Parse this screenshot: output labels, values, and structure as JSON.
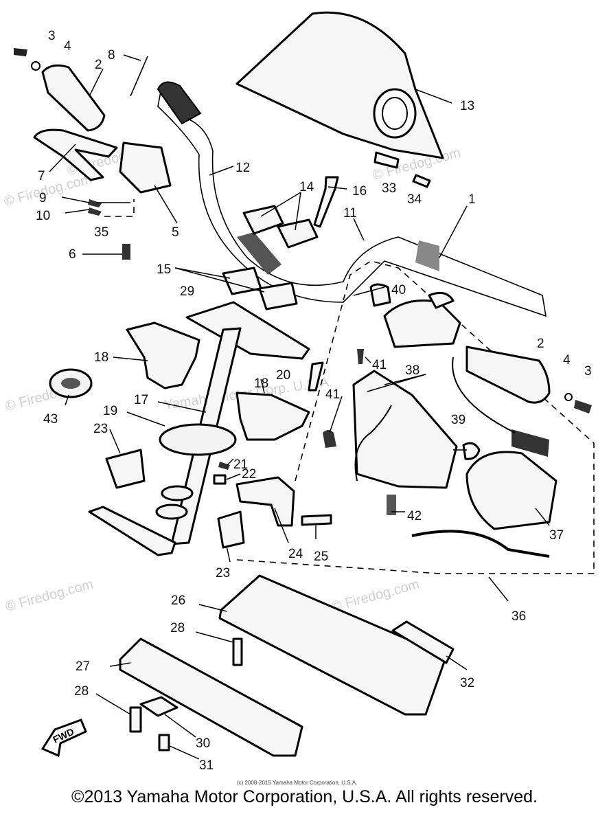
{
  "watermarks": [
    "© Firedog.com",
    "© Firedog.com",
    "© Firedog.com",
    "© Firedog.com",
    "© Firedog.com",
    "© Firedog.com",
    "Yamaha Motor Corp. U.S.A."
  ],
  "fwd_label": "FWD",
  "small_copyright": "(c) 2008-2015 Yamaha Motor Corporation, U.S.A.",
  "copyright": "©2013 Yamaha Motor Corporation, U.S.A. All rights reserved.",
  "callouts": [
    "1",
    "2",
    "2",
    "3",
    "3",
    "4",
    "4",
    "5",
    "6",
    "7",
    "8",
    "9",
    "10",
    "11",
    "12",
    "13",
    "14",
    "15",
    "16",
    "17",
    "18",
    "18",
    "19",
    "20",
    "21",
    "22",
    "23",
    "23",
    "24",
    "25",
    "26",
    "27",
    "28",
    "28",
    "29",
    "30",
    "31",
    "32",
    "33",
    "34",
    "35",
    "36",
    "37",
    "38",
    "39",
    "40",
    "41",
    "41",
    "42",
    "43"
  ]
}
